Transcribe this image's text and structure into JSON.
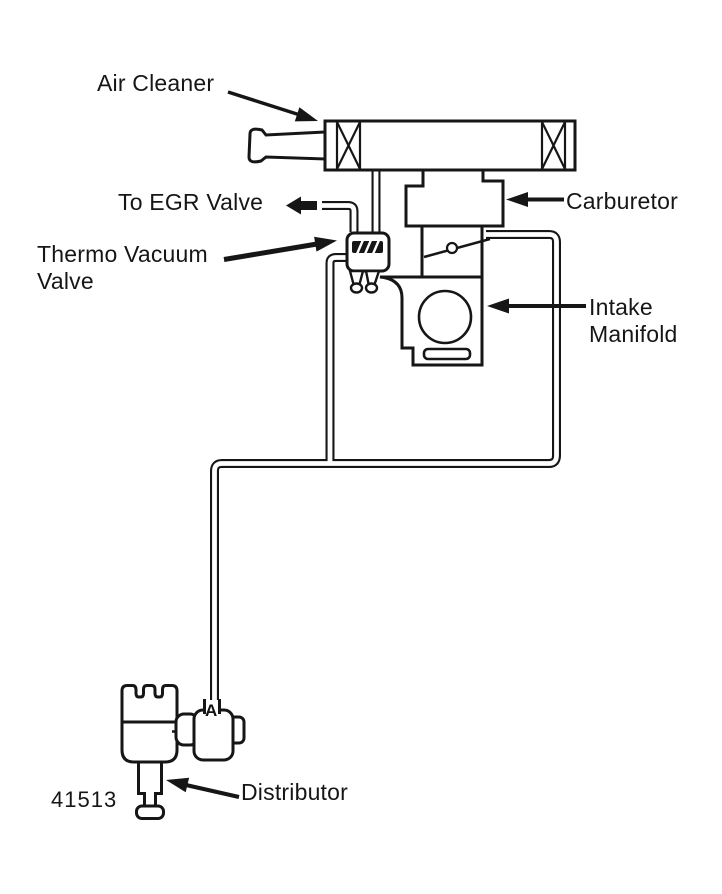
{
  "figure": {
    "number": "41513",
    "background": "#ffffff",
    "ink": "#161616"
  },
  "labels": {
    "air_cleaner": "Air Cleaner",
    "to_egr_valve": "To EGR Valve",
    "carburetor": "Carburetor",
    "thermo_vacuum_valve": "Thermo Vacuum\nValve",
    "intake_manifold": "Intake\nManifold",
    "distributor": "Distributor",
    "hose_port_marker": "A"
  }
}
